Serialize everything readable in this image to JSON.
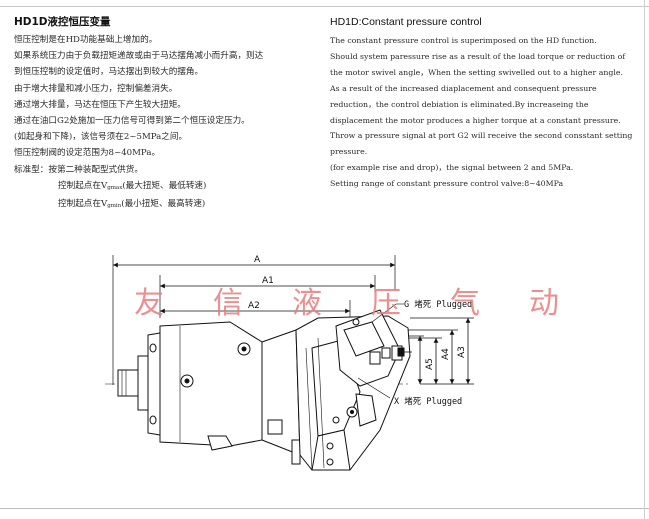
{
  "cn": {
    "title": "HD1D液控恒压变量",
    "lines": [
      "恒压控制是在HD功能基础上增加的。",
      "如果系统压力由于负载扭矩递故或由于马达摆角减小而升高，则达",
      "到恒压控制的设定值时，马达摆出到较大的摆角。",
      "由于增大排量和减小压力，控制偏差消失。",
      "通过增大排量，马达在恒压下产生较大扭矩。",
      "通过在油口G2处施加一压力信号可得到第二个恒压设定压力。",
      "(如起身和下降)，该信号须在2~5MPa之间。",
      "恒压控制阀的设定范围为8~40MPa。",
      "标准型：按第二种装配型式供货。"
    ],
    "indent1": {
      "pre": "控制起点在V",
      "sub": "gmax",
      "post": "(最大扭矩、最低转速)"
    },
    "indent2": {
      "pre": "控制起点在V",
      "sub": "gmin",
      "post": "(最小扭矩、最高转速)"
    }
  },
  "en": {
    "title": "HD1D:Constant pressure control",
    "lines": [
      "The constant pressure control is superimposed on the HD function.",
      "Should system paressure rise as a result of the load torque or reduction of",
      "the motor swivel angle，When the setting swivelled out to a higher angle.",
      "As a result of the increased diaplacement and consequent pressure",
      "reduction，the control debiation is eliminated.By increaseing the",
      "displacement the motor produces a higher torque at a constant pressure.",
      "Throw a pressure signal at port G2 will receive the second consstant setting",
      "pressure.",
      "(for example rise and drop)，the signal between 2 and 5MPa.",
      "Setting range of constant pressure control valve:8~40MPa"
    ]
  },
  "watermark": [
    "友",
    "信",
    "液",
    "压",
    "气",
    "动"
  ],
  "drawing": {
    "dims": {
      "a": "A",
      "a1": "A1",
      "a2": "A2",
      "a3": "A3",
      "a4": "A4",
      "a5": "A5"
    },
    "callout_g": "G  堵死 Plugged",
    "callout_x": "X  堵死 Plugged"
  },
  "colors": {
    "watermark": "#e77d7d",
    "text": "#2a2a2a"
  }
}
